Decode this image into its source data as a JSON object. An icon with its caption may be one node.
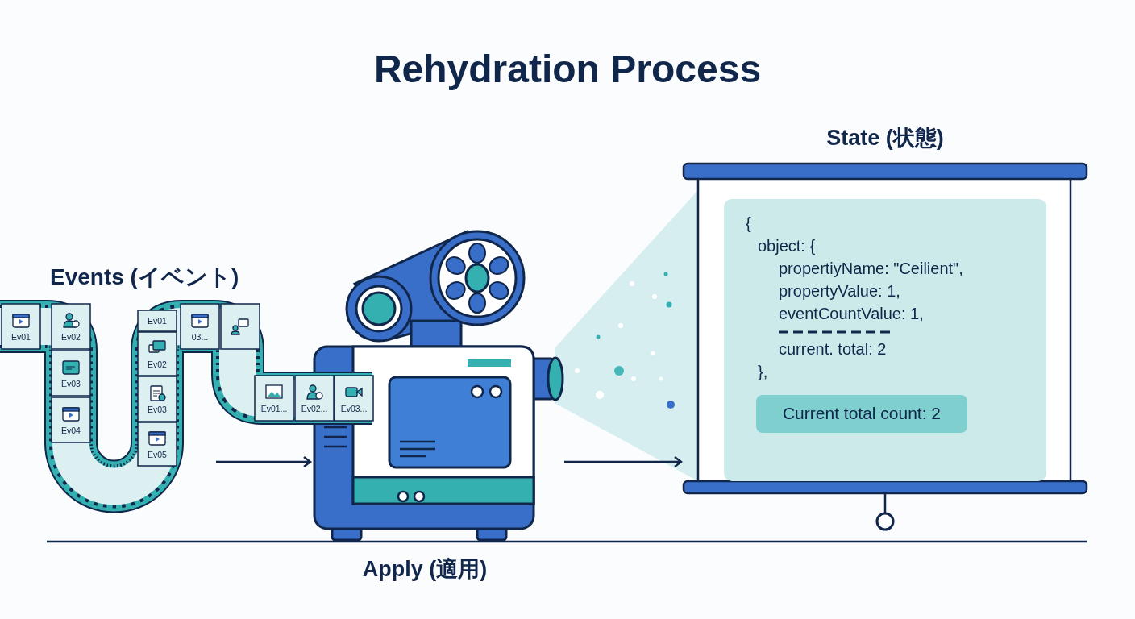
{
  "diagram": {
    "title": "Rehydration Process",
    "nodes": [
      {
        "text": [
          "Events (イベント)"
        ]
      },
      {
        "text": [
          "Apply (適用)"
        ]
      },
      {
        "text": [
          "State (状態)"
        ]
      },
      {
        "text": [
          "{",
          "object: {",
          "propertiyName: \"Ceilient\",",
          "propertyValue: 1,",
          "eventCountValue: 1,",
          "current. total: 2",
          "},"
        ],
        "in": 2
      },
      {
        "text": [
          "Current total count: 2"
        ],
        "in": 3
      }
    ],
    "edges": [
      {
        "from": 0,
        "to": 1,
        "arrow": "to"
      },
      {
        "from": 1,
        "to": 2,
        "arrow": "to"
      }
    ],
    "labels": [
      "Ev01",
      "Ev02",
      "Ev03",
      "Ev04",
      "Ev01",
      "Ev02",
      "Ev03",
      "Ev05",
      "03...",
      "Ev01...",
      "Ev02...",
      "Ev03..."
    ]
  }
}
